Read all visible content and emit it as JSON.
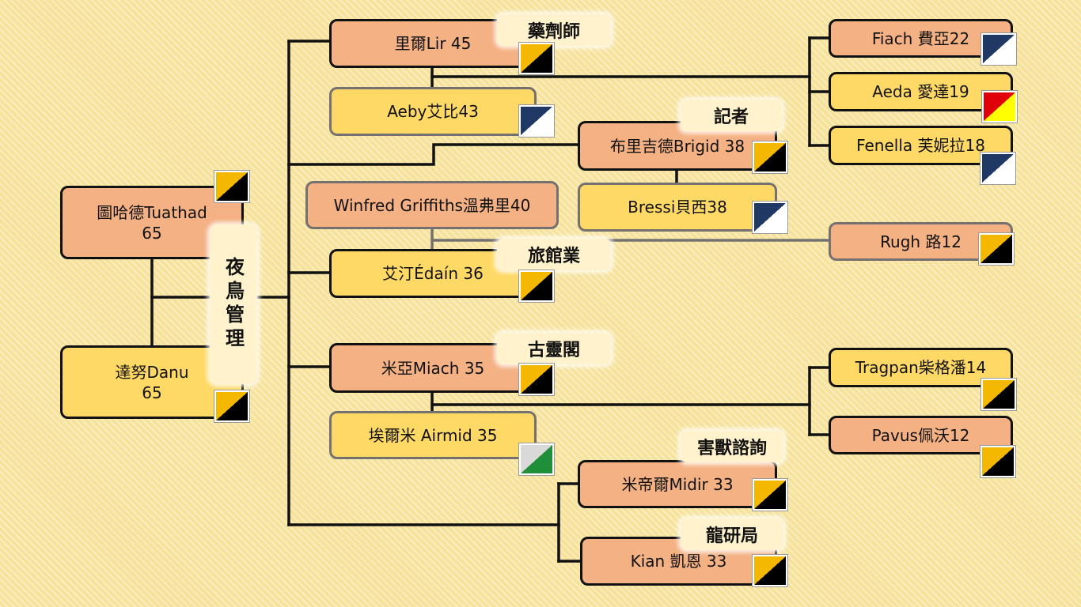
{
  "root": {
    "tuathad": {
      "line1": "圖哈德Tuathad",
      "line2": "65"
    },
    "danu": {
      "line1": "達努Danu",
      "line2": "65"
    },
    "group_label": "夜鳥管理"
  },
  "people": {
    "lir": "里爾Lir 45",
    "aeby": "Aeby艾比43",
    "brigid": "布里吉德Brigid 38",
    "bressi": "Bressi貝西38",
    "winfred": "Winfred Griffiths溫弗里40",
    "edain": "艾汀Édaín 36",
    "miach": "米亞Miach 35",
    "airmid": "埃爾米 Airmid 35",
    "midir": "米帝爾Midir 33",
    "kian": "Kian 凱恩 33",
    "fiach": "Fiach 費亞22",
    "aeda": "Aeda 愛達19",
    "fenella": "Fenella 芙妮拉18",
    "rugh": "Rugh 路12",
    "tragpan": "Tragpan柴格潘14",
    "pavus": "Pavus佩沃12"
  },
  "occupations": {
    "lir": "藥劑師",
    "brigid": "記者",
    "edain": "旅館業",
    "miach": "古靈閣",
    "midir": "害獸諮詢",
    "kian": "龍研局"
  },
  "house_flags": {
    "tuathad": "yellow-black",
    "danu": "yellow-black",
    "lir": "yellow-black",
    "aeby": "navy-white",
    "brigid": "yellow-black",
    "bressi": "navy-white",
    "edain": "yellow-black",
    "miach": "yellow-black",
    "airmid": "silver-green",
    "midir": "yellow-black",
    "kian": "yellow-black",
    "fiach": "navy-white",
    "aeda": "red-yellow",
    "fenella": "navy-white",
    "rugh": "yellow-black",
    "tragpan": "yellow-black",
    "pavus": "yellow-black"
  },
  "colors": {
    "orange_box": "#f4b183",
    "yellow_box": "#ffd966",
    "label_bg": "#fff2cc",
    "line_black": "#111111",
    "line_grey": "#767171"
  }
}
